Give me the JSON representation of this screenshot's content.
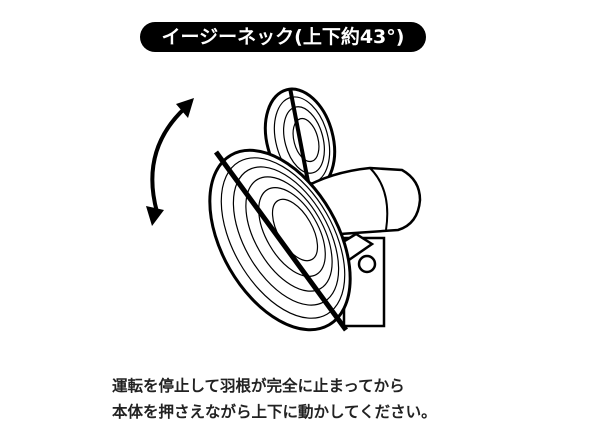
{
  "title": "イージーネック(上下約43°)",
  "instructions": [
    "運転を停止して羽根が完全に止まってから",
    "本体を押さえながら上下に動かしてください。"
  ],
  "icons": {
    "arrow": "double-curved-arrow-icon",
    "fan": "fan-illustration"
  }
}
